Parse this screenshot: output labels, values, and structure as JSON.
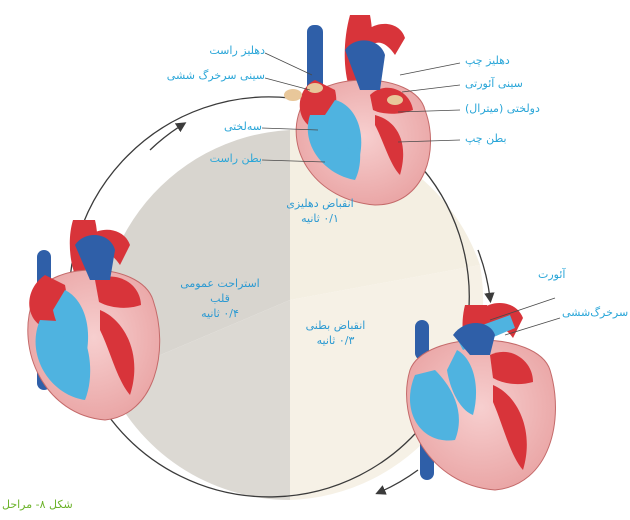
{
  "labels": {
    "right_atrium": "دهلیز راست",
    "pulmonary_valve": "سینی سرخرگ ششی",
    "septum": "سه‌لختی",
    "right_ventricle": "بطن راست",
    "left_atrium": "دهلیز چپ",
    "aortic_valve": "سینی آئورتی",
    "mitral_valve": "دولختی (میترال)",
    "left_ventricle": "بطن چپ",
    "aorta": "آئورت",
    "pulmonary_artery": "سرخرگ‌ششی"
  },
  "phases": {
    "atrial": {
      "title": "انقباض دهلیزی",
      "duration": "۰/۱ ثانیه"
    },
    "ventricular": {
      "title": "انقباض بطنی",
      "duration": "۰/۳ ثانیه"
    },
    "rest": {
      "title": "استراحت عمومی",
      "subtitle": "قلب",
      "duration": "۰/۴ ثانیه"
    }
  },
  "caption": "شکل ۸- مراحل",
  "colors": {
    "rest_sector": "#d8d5cf",
    "atrial_sector": "#f4efe2",
    "ventricular_sector": "#f6f1e6",
    "label_blue": "#2aa6d8",
    "cycle_ring": "#3b3b3b",
    "heart_red": "#d8343a",
    "heart_blue": "#4fb3e0",
    "vessel_blue": "#2f5fa8",
    "caption_green": "#6cb32a"
  },
  "icons": [
    "heart-illustration",
    "cycle-arrow"
  ]
}
